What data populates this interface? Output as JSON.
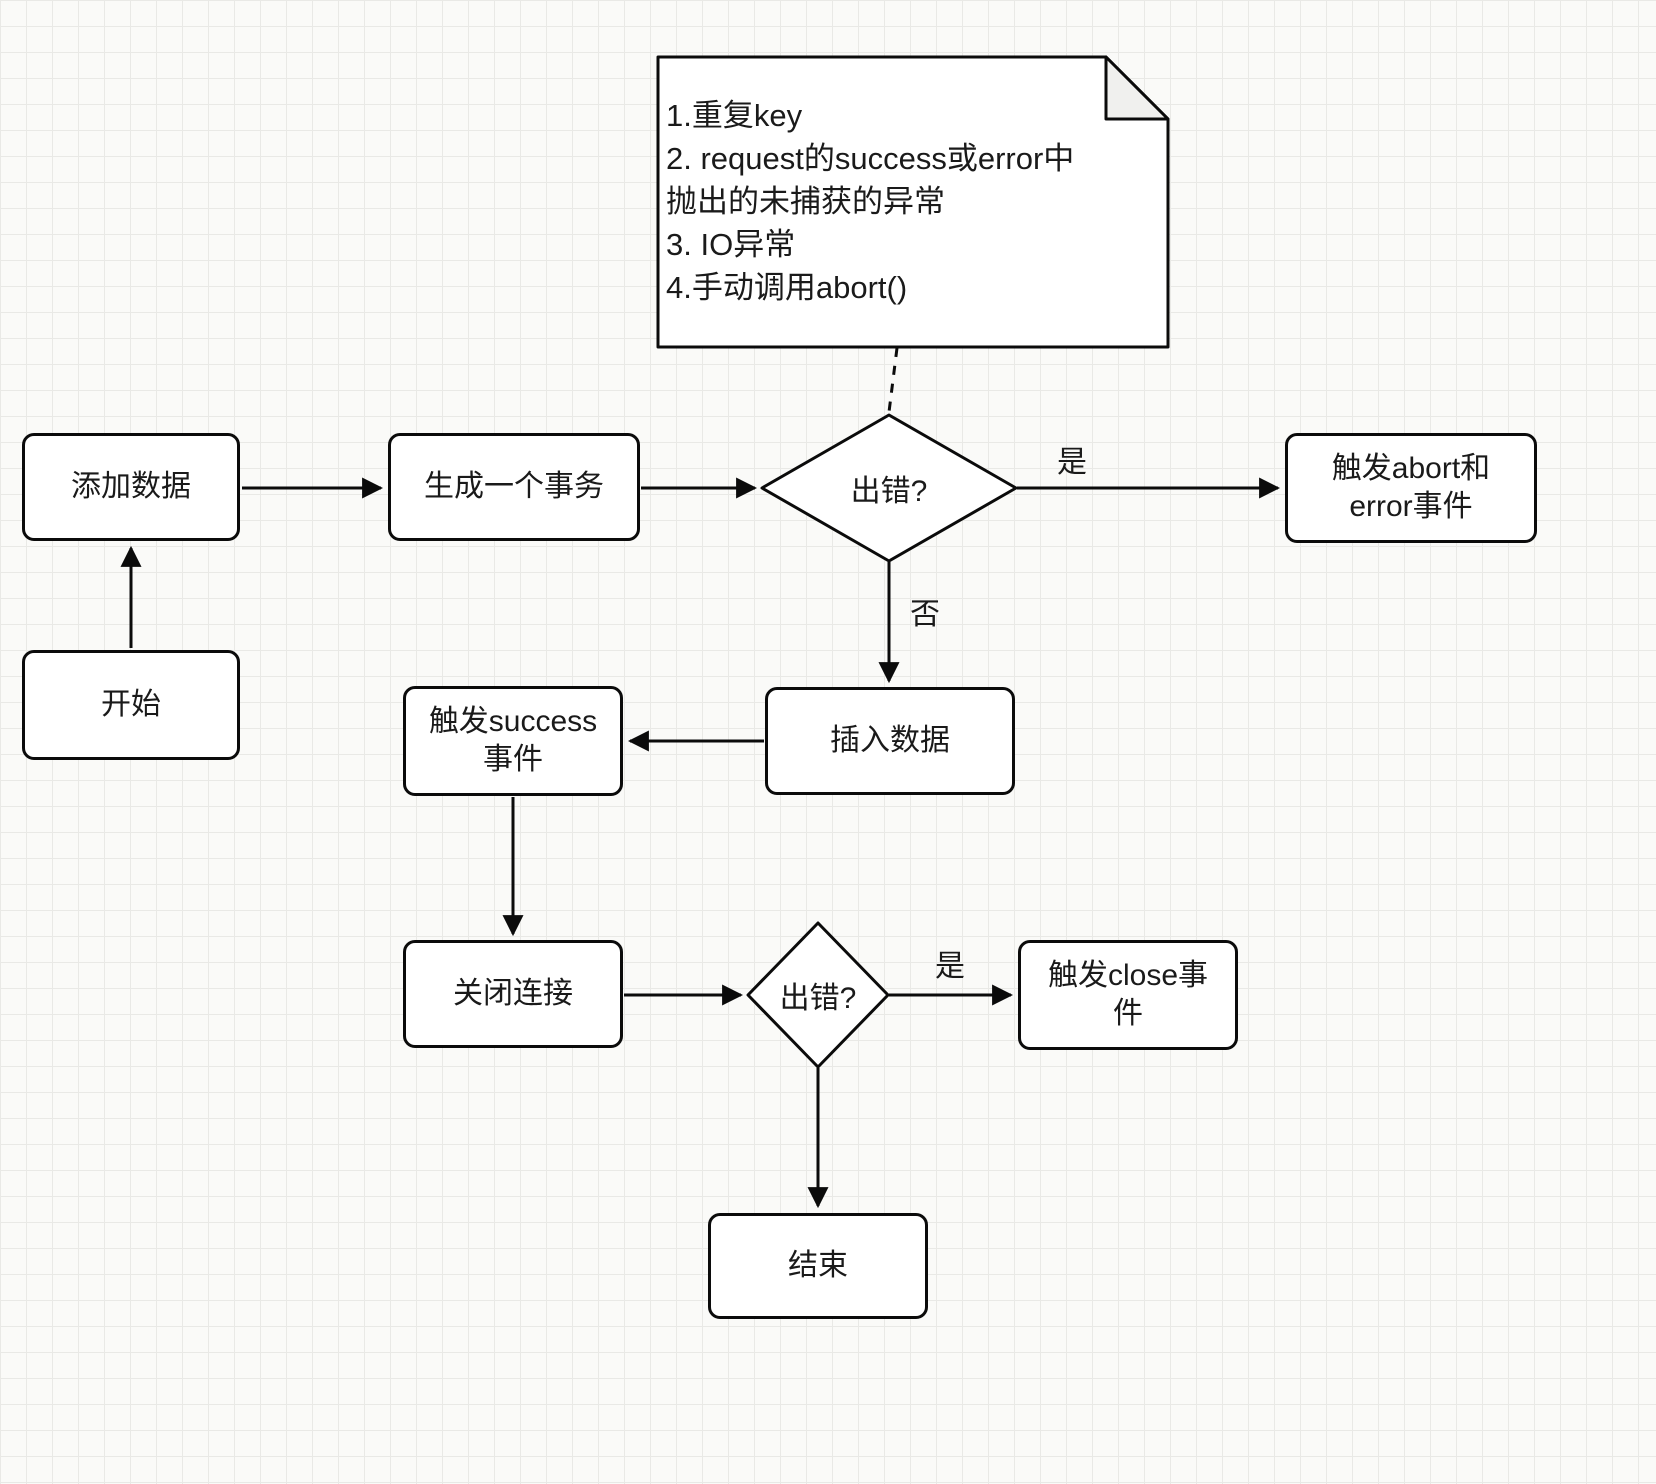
{
  "note": {
    "lines": [
      "1.重复key",
      "2. request的success或error中",
      "抛出的未捕获的异常",
      "3. IO异常",
      "4.手动调用abort()"
    ]
  },
  "nodes": {
    "start": "开始",
    "add_data": "添加数据",
    "create_transaction": "生成一个事务",
    "error_check_1": "出错?",
    "trigger_abort_error": "触发abort和\nerror事件",
    "insert_data": "插入数据",
    "trigger_success": "触发success\n事件",
    "close_connection": "关闭连接",
    "error_check_2": "出错?",
    "trigger_close": "触发close事\n件",
    "end": "结束"
  },
  "edges": {
    "yes_1": "是",
    "no_1": "否",
    "yes_2": "是"
  },
  "colors": {
    "stroke": "#0b0b0b",
    "node_fill": "#ffffff",
    "grid": "#e9e9e6",
    "background": "#fafaf8"
  }
}
